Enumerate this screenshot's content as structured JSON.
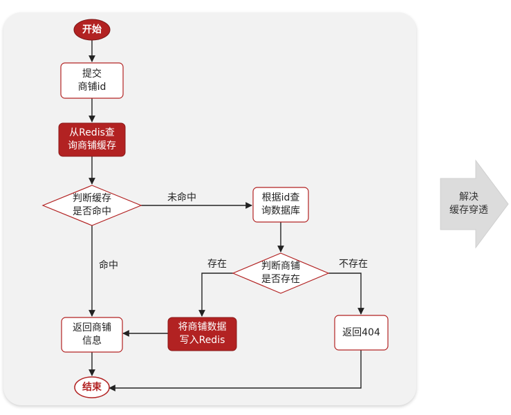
{
  "nodes": {
    "start": "开始",
    "submit": "提交\n商铺id",
    "query_redis": "从Redis查\n询商铺缓存",
    "check_cache": "判断缓存\n是否命中",
    "query_db": "根据id查\n询数据库",
    "check_shop": "判断商铺\n是否存在",
    "write_redis": "将商铺数据\n写入Redis",
    "return_shop": "返回商铺\n信息",
    "return_404": "返回404",
    "end": "结束"
  },
  "edges": {
    "miss": "未命中",
    "hit": "命中",
    "exists": "存在",
    "not_exists": "不存在"
  },
  "side_arrow": "解决\n缓存穿透",
  "colors": {
    "accent": "#b22222",
    "box_border": "#b22222",
    "panel": "#f2f2f2"
  }
}
